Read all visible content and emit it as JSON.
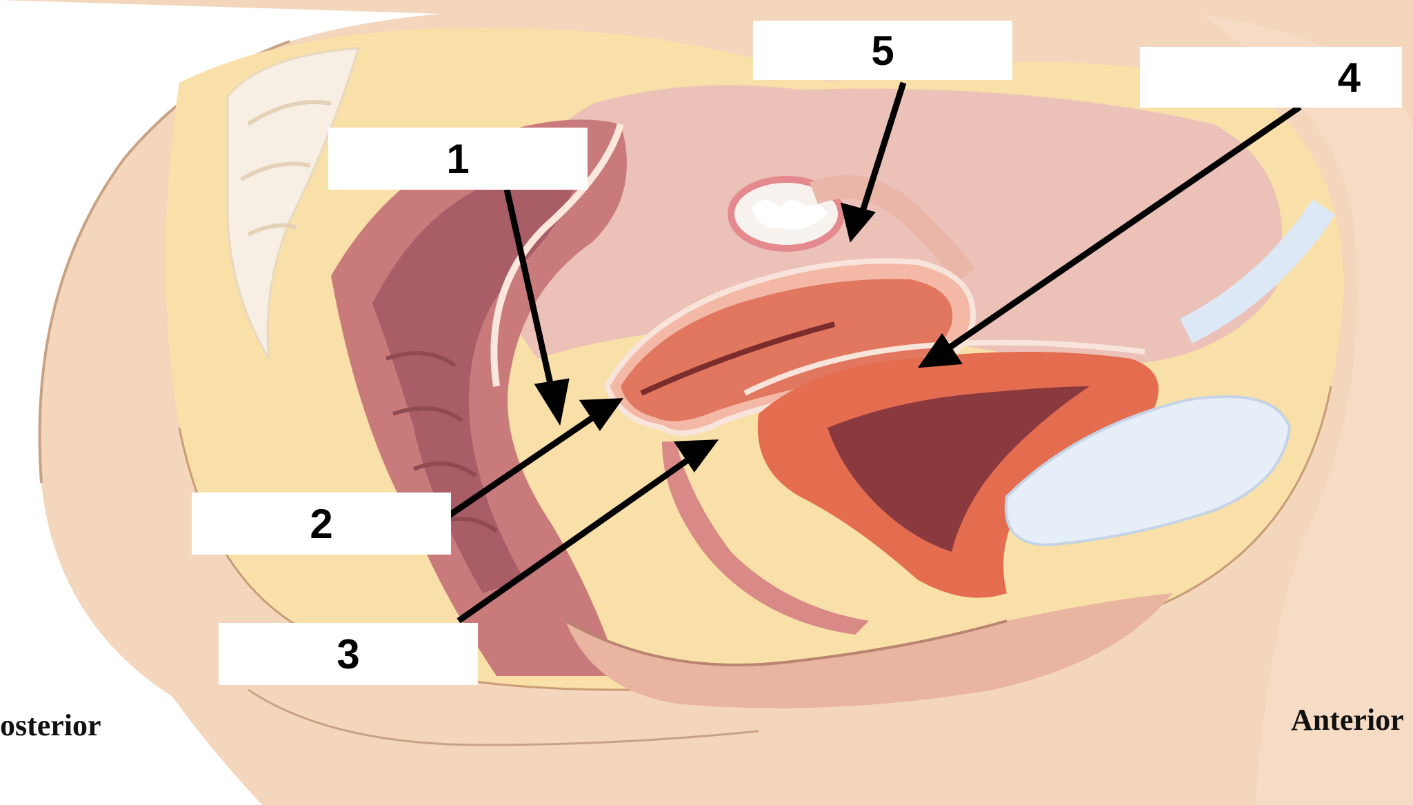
{
  "labels": [
    {
      "number": "1"
    },
    {
      "number": "2"
    },
    {
      "number": "3"
    },
    {
      "number": "4"
    },
    {
      "number": "5"
    }
  ],
  "orientation": {
    "left": "osterior",
    "right": "Anterior"
  },
  "colors": {
    "skin": "#f2d4b8",
    "fat": "#f8e0a8",
    "muscle": "#e07a5f",
    "muscle_dark": "#c95a48",
    "mucosa": "#b0595f",
    "tissue_pink": "#e9a0a0",
    "bladder_fluid": "#dfeaf6",
    "arrow": "#000000"
  }
}
